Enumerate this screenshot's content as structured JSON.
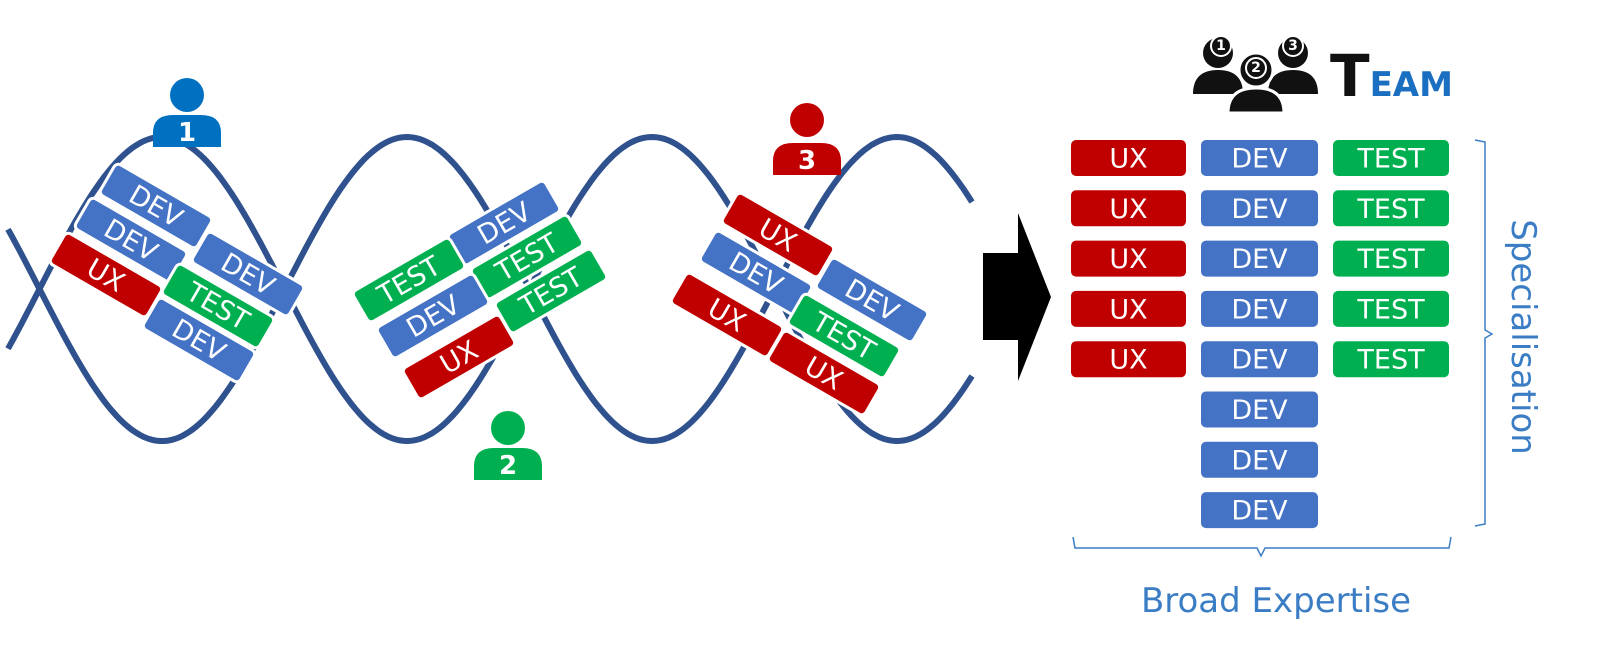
{
  "colors": {
    "ux": "#c00000",
    "dev": "#4472c4",
    "test": "#00b050",
    "helix": "#2f528f",
    "person1": "#0070c0",
    "person2": "#00b050",
    "person3": "#c00000",
    "axis": "#3b7dc4"
  },
  "persons": [
    {
      "number": "1",
      "color": "#0070c0"
    },
    {
      "number": "2",
      "color": "#00b050"
    },
    {
      "number": "3",
      "color": "#c00000"
    }
  ],
  "helix_blocks": [
    {
      "label": "DEV",
      "skill": "dev"
    },
    {
      "label": "DEV",
      "skill": "dev"
    },
    {
      "label": "DEV",
      "skill": "dev"
    },
    {
      "label": "UX",
      "skill": "ux"
    },
    {
      "label": "TEST",
      "skill": "test"
    },
    {
      "label": "DEV",
      "skill": "dev"
    },
    {
      "label": "DEV",
      "skill": "dev"
    },
    {
      "label": "TEST",
      "skill": "test"
    },
    {
      "label": "TEST",
      "skill": "test"
    },
    {
      "label": "DEV",
      "skill": "dev"
    },
    {
      "label": "TEST",
      "skill": "test"
    },
    {
      "label": "UX",
      "skill": "ux"
    },
    {
      "label": "UX",
      "skill": "ux"
    },
    {
      "label": "DEV",
      "skill": "dev"
    },
    {
      "label": "DEV",
      "skill": "dev"
    },
    {
      "label": "UX",
      "skill": "ux"
    },
    {
      "label": "TEST",
      "skill": "test"
    },
    {
      "label": "UX",
      "skill": "ux"
    }
  ],
  "team": {
    "title_initial": "T",
    "title_rest": "EAM",
    "member_numbers": [
      "1",
      "2",
      "3"
    ],
    "columns": [
      {
        "skill": "ux",
        "items": [
          "UX",
          "UX",
          "UX",
          "UX",
          "UX"
        ]
      },
      {
        "skill": "dev",
        "items": [
          "DEV",
          "DEV",
          "DEV",
          "DEV",
          "DEV",
          "DEV",
          "DEV",
          "DEV"
        ]
      },
      {
        "skill": "test",
        "items": [
          "TEST",
          "TEST",
          "TEST",
          "TEST",
          "TEST"
        ]
      }
    ]
  },
  "axes": {
    "vertical_label": "Specialisation",
    "horizontal_label": "Broad Expertise"
  }
}
